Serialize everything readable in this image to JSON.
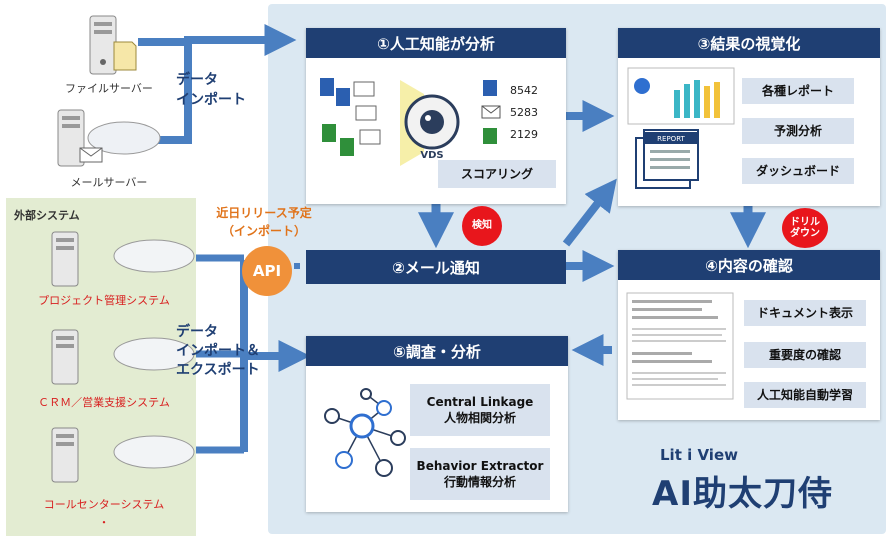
{
  "left": {
    "file_server": "ファイルサーバー",
    "mail_server": "メールサーバー",
    "data_import_1": "データ",
    "data_import_2": "インポート",
    "ext_title": "外部システム",
    "api_note_1": "近日リリース予定",
    "api_note_2": "（インポート）",
    "api": "API",
    "pm_system": "プロジェクト管理システム",
    "crm_system": "ＣＲＭ／営業支援システム",
    "callcenter_system": "コールセンターシステム",
    "callcenter_dot": "・",
    "ie_1": "データ",
    "ie_2": "インポート＆",
    "ie_3": "エクスポート"
  },
  "step1": {
    "title": "①人工知能が分析",
    "counts": [
      "8542",
      "5283",
      "2129"
    ],
    "scoring": "スコアリング",
    "logo_text": "VDS"
  },
  "step2": {
    "title": "②メール通知",
    "detect": "検知"
  },
  "step3": {
    "title": "③結果の視覚化",
    "items": [
      "各種レポート",
      "予測分析",
      "ダッシュボード"
    ],
    "report": "REPORT"
  },
  "step4": {
    "title": "④内容の確認",
    "drill_1": "ドリル",
    "drill_2": "ダウン",
    "items": [
      "ドキュメント表示",
      "重要度の確認",
      "人工知能自動学習"
    ]
  },
  "step5": {
    "title": "⑤調査・分析",
    "tool1_1": "Central Linkage",
    "tool1_2": "人物相関分析",
    "tool2_1": "Behavior Extractor",
    "tool2_2": "行動情報分析"
  },
  "brand": {
    "line1": "Lit i View",
    "line2": "AI助太刀侍"
  },
  "colors": {
    "navy": "#1f3f73",
    "arrow": "#4a7fc1",
    "api_orange": "#f0913a",
    "burst_red": "#e8161c",
    "label_bg": "#d9e2ee"
  }
}
